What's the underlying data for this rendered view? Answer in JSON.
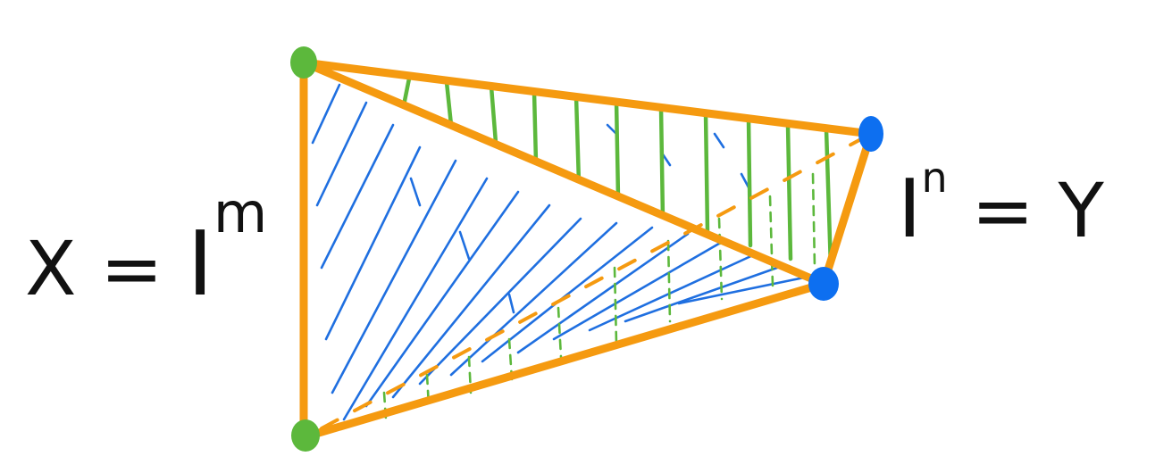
{
  "labels": {
    "left": {
      "prefix": "X = ",
      "base": "I",
      "exponent": "m"
    },
    "right": {
      "base": "I",
      "exponent": "n",
      "suffix": " = Y"
    }
  },
  "colors": {
    "edge": "#f59a10",
    "hatch_blue": "#1f6fe0",
    "hatch_green": "#5cb83c",
    "vertex_green": "#5cb83c",
    "vertex_blue": "#0d6ff0",
    "ink": "#111111",
    "background": "#ffffff"
  }
}
